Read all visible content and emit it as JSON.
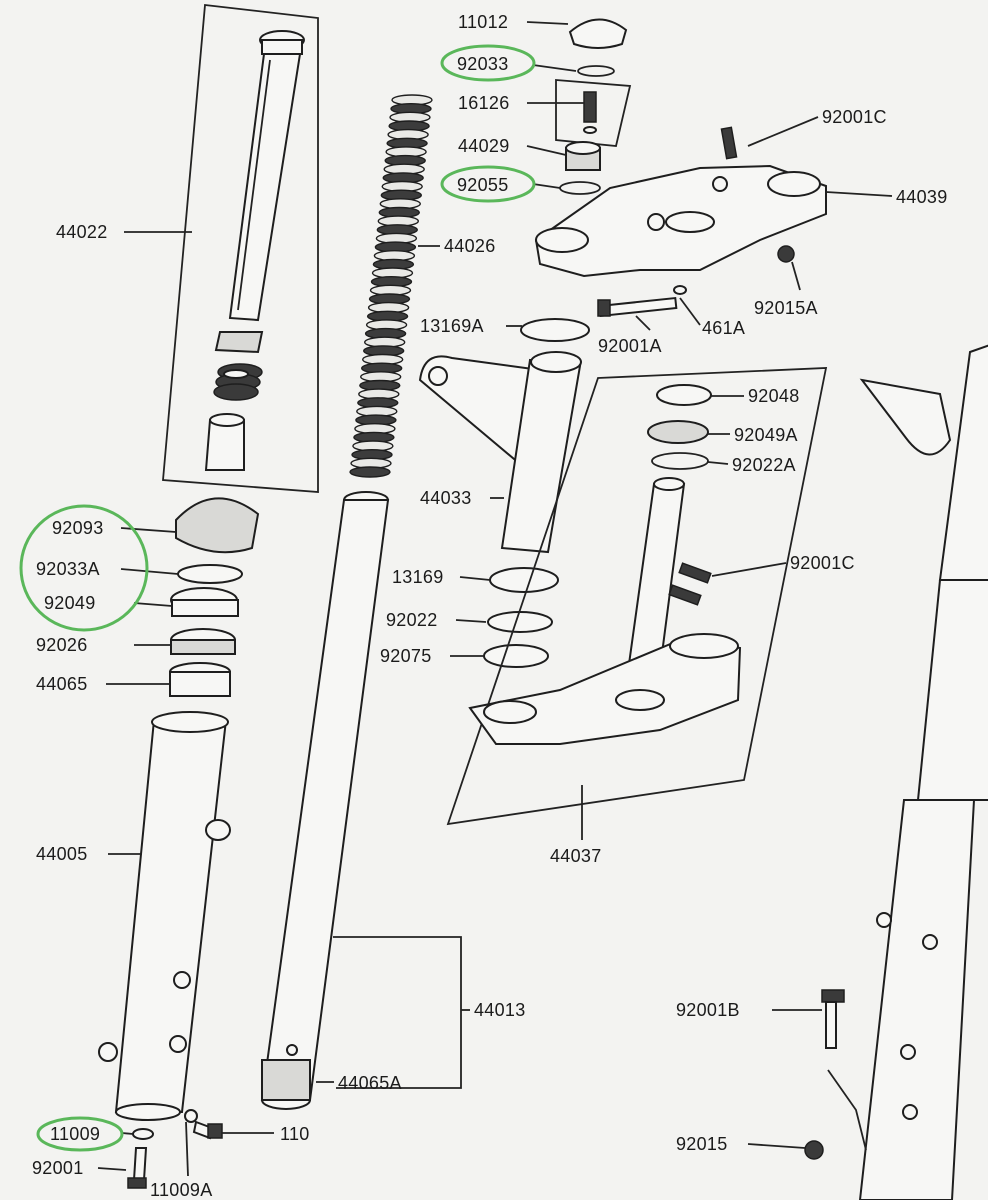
{
  "diagram": {
    "highlight_color": "#5ab75a",
    "labels": {
      "p11012": "11012",
      "p92033": "92033",
      "p16126": "16126",
      "p44029": "44029",
      "p92055": "92055",
      "p92001C_top": "92001C",
      "p44039": "44039",
      "p44022": "44022",
      "p44026": "44026",
      "p92015A": "92015A",
      "p13169A": "13169A",
      "p461A": "461A",
      "p92001A": "92001A",
      "p92048": "92048",
      "p92049A": "92049A",
      "p92022A": "92022A",
      "p44033": "44033",
      "p92093": "92093",
      "p92033A": "92033A",
      "p92049": "92049",
      "p92026": "92026",
      "p44065": "44065",
      "p13169": "13169",
      "p92022": "92022",
      "p92075": "92075",
      "p92001C_mid": "92001C",
      "p44037": "44037",
      "p44005": "44005",
      "p44013": "44013",
      "p92001B": "92001B",
      "p44065A": "44065A",
      "p11009": "11009",
      "p110": "110",
      "p92001": "92001",
      "p11009A": "11009A",
      "p92015": "92015"
    }
  }
}
